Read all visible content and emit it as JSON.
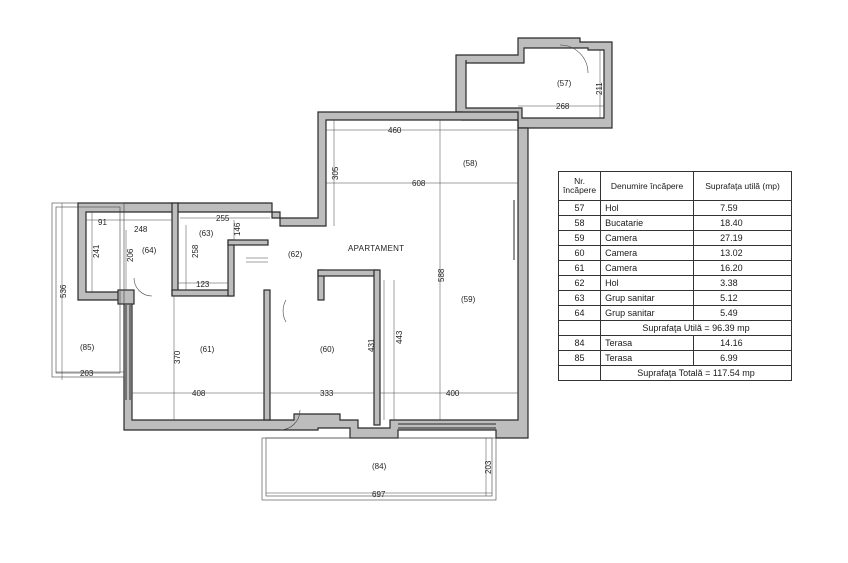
{
  "plan": {
    "apartment_label": "APARTAMENT",
    "room_labels": {
      "r57": "(57)",
      "r58": "(58)",
      "r59": "(59)",
      "r60": "(60)",
      "r61": "(61)",
      "r62": "(62)",
      "r63": "(63)",
      "r64": "(64)",
      "r84": "(84)",
      "r85": "(85)"
    },
    "dimensions": {
      "d268": "268",
      "d211": "211",
      "d460": "460",
      "d305": "305",
      "d608": "608",
      "d588": "588",
      "d91": "91",
      "d248": "248",
      "d255": "255",
      "d241": "241",
      "d206": "206",
      "d258": "258",
      "d146": "146",
      "d123": "123",
      "d536": "536",
      "d203a": "203",
      "d370": "370",
      "d431": "431",
      "d443": "443",
      "d408": "408",
      "d333": "333",
      "d400": "400",
      "d203b": "203",
      "d697": "697"
    }
  },
  "table": {
    "header": {
      "nr": "Nr. încăpere",
      "name": "Denumire încăpere",
      "area": "Suprafaţa utilă (mp)"
    },
    "rows": [
      {
        "nr": "57",
        "name": "Hol",
        "area": "7.59"
      },
      {
        "nr": "58",
        "name": "Bucatarie",
        "area": "18.40"
      },
      {
        "nr": "59",
        "name": "Camera",
        "area": "27.19"
      },
      {
        "nr": "60",
        "name": "Camera",
        "area": "13.02"
      },
      {
        "nr": "61",
        "name": "Camera",
        "area": "16.20"
      },
      {
        "nr": "62",
        "name": "Hol",
        "area": "3.38"
      },
      {
        "nr": "63",
        "name": "Grup sanitar",
        "area": "5.12"
      },
      {
        "nr": "64",
        "name": "Grup sanitar",
        "area": "5.49"
      }
    ],
    "useful_total": "Suprafaţa Utilă  = 96.39 mp",
    "terrace_rows": [
      {
        "nr": "84",
        "name": "Terasa",
        "area": "14.16"
      },
      {
        "nr": "85",
        "name": "Terasa",
        "area": "6.99"
      }
    ],
    "grand_total": "Suprafaţa Totală  = 117.54 mp"
  }
}
